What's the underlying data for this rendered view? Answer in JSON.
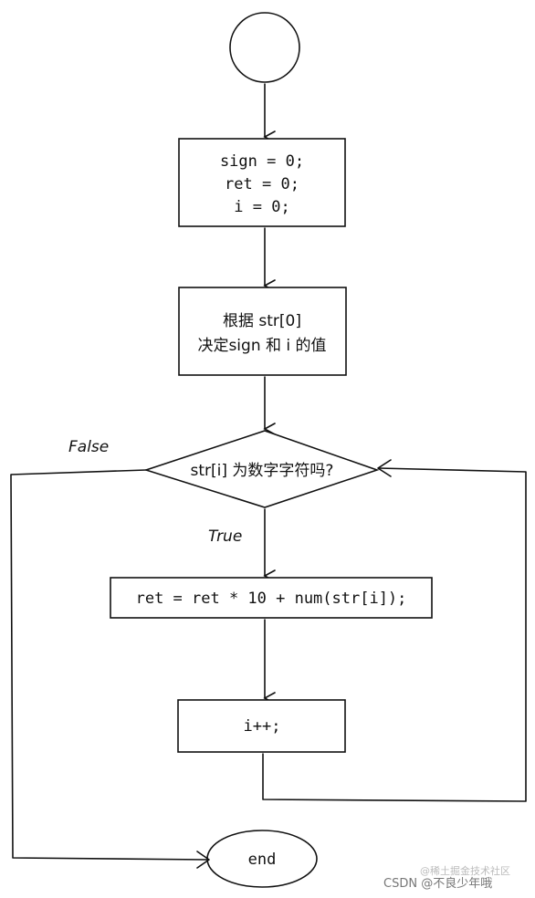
{
  "flowchart": {
    "init_box": {
      "line1": "sign = 0;",
      "line2": "ret = 0;",
      "line3": "i = 0;"
    },
    "sign_box": {
      "line1": "根据 str[0]",
      "line2": "决定sign 和 i 的值"
    },
    "decision": {
      "label": "str[i] 为数字字符吗?"
    },
    "edge_false": "False",
    "edge_true": "True",
    "accumulate_box": {
      "label": "ret = ret * 10 + num(str[i]);"
    },
    "increment_box": {
      "label": "i++;"
    },
    "end_node": {
      "label": "end"
    }
  },
  "watermark": {
    "faint": "@稀土掘金技术社区",
    "main": "CSDN @不良少年哦"
  }
}
